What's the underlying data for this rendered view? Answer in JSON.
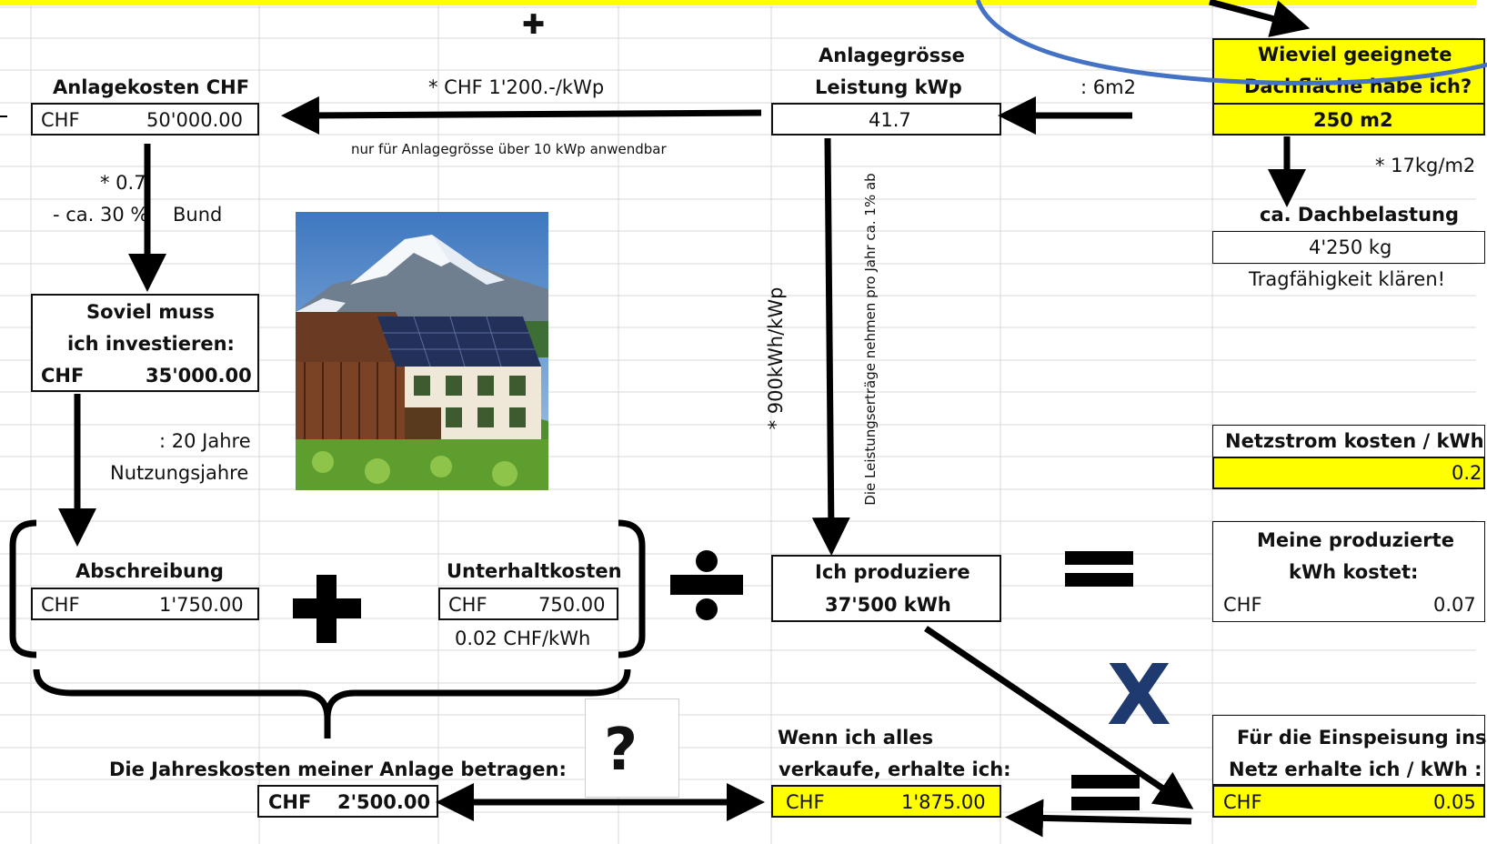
{
  "top_plus_glyph": "✚",
  "wieviel": {
    "line1": "Wieviel geeignete",
    "line2": "Dachfläche habe ich?",
    "value": "250 m2"
  },
  "anlagegroesse": {
    "title": "Anlagegrösse",
    "subtitle": "Leistung  kWp",
    "value": "41.7"
  },
  "divide_6m2": ": 6m2",
  "anlagekosten": {
    "title": "Anlagekosten CHF",
    "currency": "CHF",
    "value": "50'000.00"
  },
  "price_per_kwp": "* CHF 1'200.-/kWp",
  "note_10kwp": "nur für Anlagegrösse über 10 kWp anwendbar",
  "factor_07": "* 0.7",
  "bund_minus": "- ca. 30 %",
  "bund_label": "Bund",
  "weight_factor": "* 17kg/m2",
  "dachbelastung": {
    "title": "ca. Dachbelastung",
    "value": "4'250 kg",
    "note": "Tragfähigkeit klären!"
  },
  "invest": {
    "line1": "Soviel muss",
    "line2": "ich investieren:",
    "currency": "CHF",
    "value": "35'000.00"
  },
  "jahre": {
    "line1": ": 20 Jahre",
    "line2": "Nutzungsjahre"
  },
  "vertical_900": "* 900kWh/kWp",
  "vertical_note": "Die Leistungserträge nehmen pro Jahr ca. 1% ab",
  "netzstrom": {
    "title": "Netzstrom kosten / kWh",
    "value": "0.2"
  },
  "abschreibung": {
    "title": "Abschreibung",
    "currency": "CHF",
    "value": "1'750.00"
  },
  "unterhalt": {
    "title": "Unterhaltkosten",
    "currency": "CHF",
    "value": "750.00",
    "per_kwh": "0.02 CHF/kWh"
  },
  "produziere": {
    "title": "Ich produziere",
    "value": "37'500 kWh"
  },
  "meine_kwh": {
    "line1": "Meine produzierte",
    "line2": "kWh kostet:",
    "currency": "CHF",
    "value": "0.07"
  },
  "question": "?",
  "times_glyph": "X",
  "jahreskosten": {
    "title": "Die Jahreskosten meiner Anlage betragen:",
    "currency": "CHF",
    "value": "2'500.00"
  },
  "verkauf": {
    "line1": "Wenn ich alles",
    "line2": "verkaufe, erhalte ich:",
    "currency": "CHF",
    "value": "1'875.00"
  },
  "einspeisung": {
    "line1": "Für die Einspeisung ins",
    "line2": "Netz erhalte ich / kWh :",
    "currency": "CHF",
    "value": "0.05"
  },
  "colors": {
    "yellow": "#ffff00",
    "blue_ellipse": "#4472c4",
    "x_blue": "#1f3a6e"
  },
  "photo_description_icon": "house-with-solar-panels-mountain-photo"
}
